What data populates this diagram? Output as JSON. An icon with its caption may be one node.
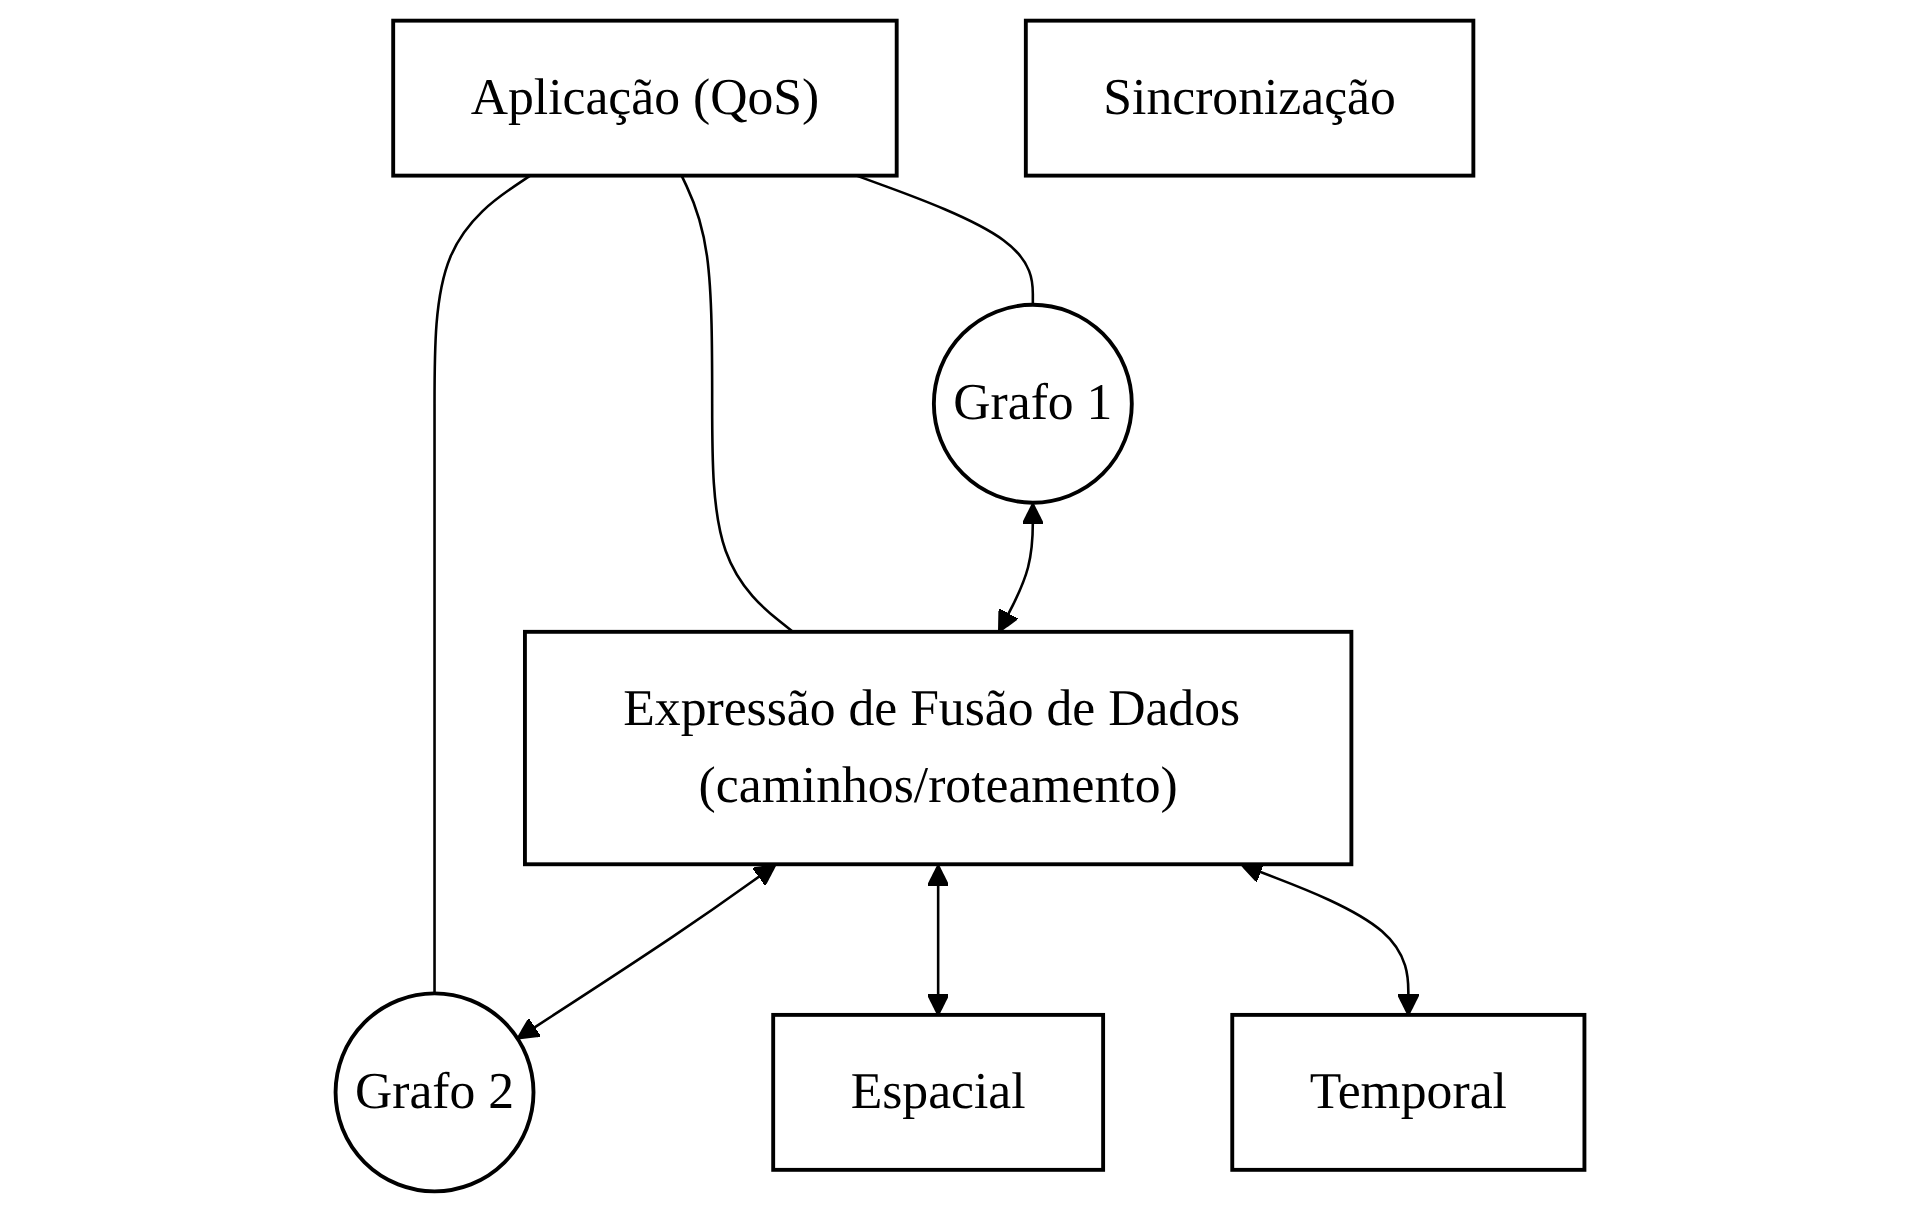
{
  "diagram": {
    "nodes": [
      {
        "text": [
          "Aplicação (QoS)"
        ]
      },
      {
        "text": [
          "Grafo 1"
        ]
      },
      {
        "text": [
          "Expressão de Fusão de Dados (caminhos/roteamento)"
        ]
      },
      {
        "text": [
          "Grafo 2"
        ]
      },
      {
        "text": [
          "Sincronização"
        ]
      },
      {
        "text": [
          "Espacial"
        ]
      },
      {
        "text": [
          "Temporal"
        ]
      }
    ],
    "edges": [
      {
        "from": 0,
        "to": 1,
        "arrow": "none"
      },
      {
        "from": 0,
        "to": 2,
        "arrow": "none"
      },
      {
        "from": 0,
        "to": 3,
        "arrow": "none"
      },
      {
        "from": 1,
        "to": 2,
        "arrow": "both"
      },
      {
        "from": 2,
        "to": 3,
        "arrow": "both"
      },
      {
        "from": 2,
        "to": 5,
        "arrow": "both"
      },
      {
        "from": 2,
        "to": 6,
        "arrow": "both"
      }
    ]
  }
}
